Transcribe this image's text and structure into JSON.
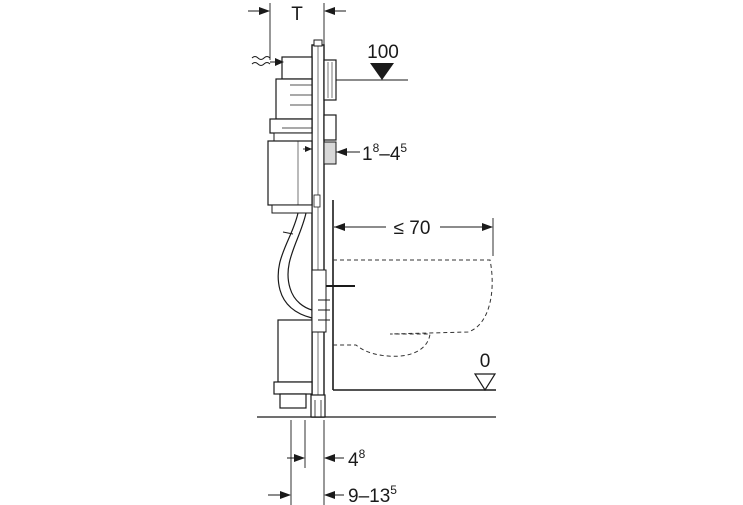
{
  "labels": {
    "depth": "T",
    "height_top": "100",
    "adjust_base": "1",
    "adjust_base_sup": "8",
    "adjust_dash": "–4",
    "adjust_dash_sup": "5",
    "max_projection": "≤ 70",
    "floor_level": "0",
    "bottom_small_base": "4",
    "bottom_small_sup": "8",
    "bottom_range_base": "9–13",
    "bottom_range_sup": "5"
  },
  "icons": {
    "water_inlet": "water-inlet-icon",
    "level_top": "level-marker-icon",
    "level_floor": "floor-level-marker-icon"
  }
}
